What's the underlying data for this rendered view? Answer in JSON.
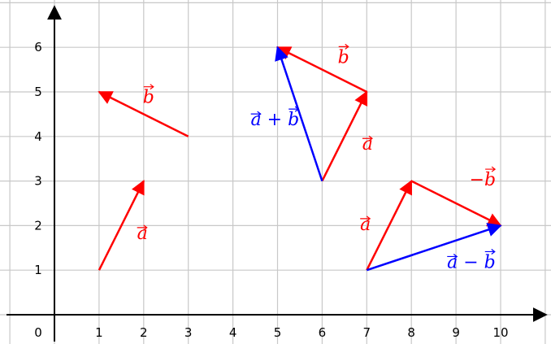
{
  "axes": {
    "x_ticks": [
      "0",
      "1",
      "2",
      "3",
      "4",
      "5",
      "6",
      "7",
      "8",
      "9",
      "10"
    ],
    "y_ticks": [
      "1",
      "2",
      "3",
      "4",
      "5",
      "6"
    ],
    "grid": true
  },
  "colors": {
    "red": "#ff0000",
    "blue": "#0000ff",
    "axis": "#000000",
    "grid": "#c8c8c8"
  },
  "vectors": [
    {
      "id": "a-standalone",
      "from": [
        1,
        1
      ],
      "to": [
        2,
        3
      ],
      "color": "red"
    },
    {
      "id": "b-standalone",
      "from": [
        3,
        4
      ],
      "to": [
        1,
        5
      ],
      "color": "red"
    },
    {
      "id": "a-sum",
      "from": [
        6,
        3
      ],
      "to": [
        7,
        5
      ],
      "color": "red"
    },
    {
      "id": "b-sum",
      "from": [
        7,
        5
      ],
      "to": [
        5,
        6
      ],
      "color": "red"
    },
    {
      "id": "a-plus-b",
      "from": [
        6,
        3
      ],
      "to": [
        5,
        6
      ],
      "color": "blue"
    },
    {
      "id": "a-diff",
      "from": [
        7,
        1
      ],
      "to": [
        8,
        3
      ],
      "color": "red"
    },
    {
      "id": "minus-b",
      "from": [
        8,
        3
      ],
      "to": [
        10,
        2
      ],
      "color": "red"
    },
    {
      "id": "a-minus-b",
      "from": [
        7,
        1
      ],
      "to": [
        10,
        2
      ],
      "color": "blue"
    }
  ],
  "labels": [
    {
      "id": "label-a-1",
      "text": "a",
      "at": [
        1.85,
        1.7
      ],
      "color": "red"
    },
    {
      "id": "label-b-1",
      "text": "b",
      "at": [
        1.98,
        4.75
      ],
      "color": "red"
    },
    {
      "id": "label-a-2",
      "text": "a",
      "at": [
        6.9,
        3.7
      ],
      "color": "red"
    },
    {
      "id": "label-b-2",
      "text": "b",
      "at": [
        6.35,
        5.65
      ],
      "color": "red"
    },
    {
      "id": "label-a-plus-b",
      "text": "a + b",
      "at": [
        4.4,
        4.25
      ],
      "color": "blue"
    },
    {
      "id": "label-a-3",
      "text": "a",
      "at": [
        6.85,
        1.9
      ],
      "color": "red"
    },
    {
      "id": "label-minus-b",
      "text": "−b",
      "at": [
        9.3,
        2.9
      ],
      "color": "red"
    },
    {
      "id": "label-a-minus-b",
      "text": "a − b",
      "at": [
        8.8,
        1.05
      ],
      "color": "blue"
    }
  ]
}
